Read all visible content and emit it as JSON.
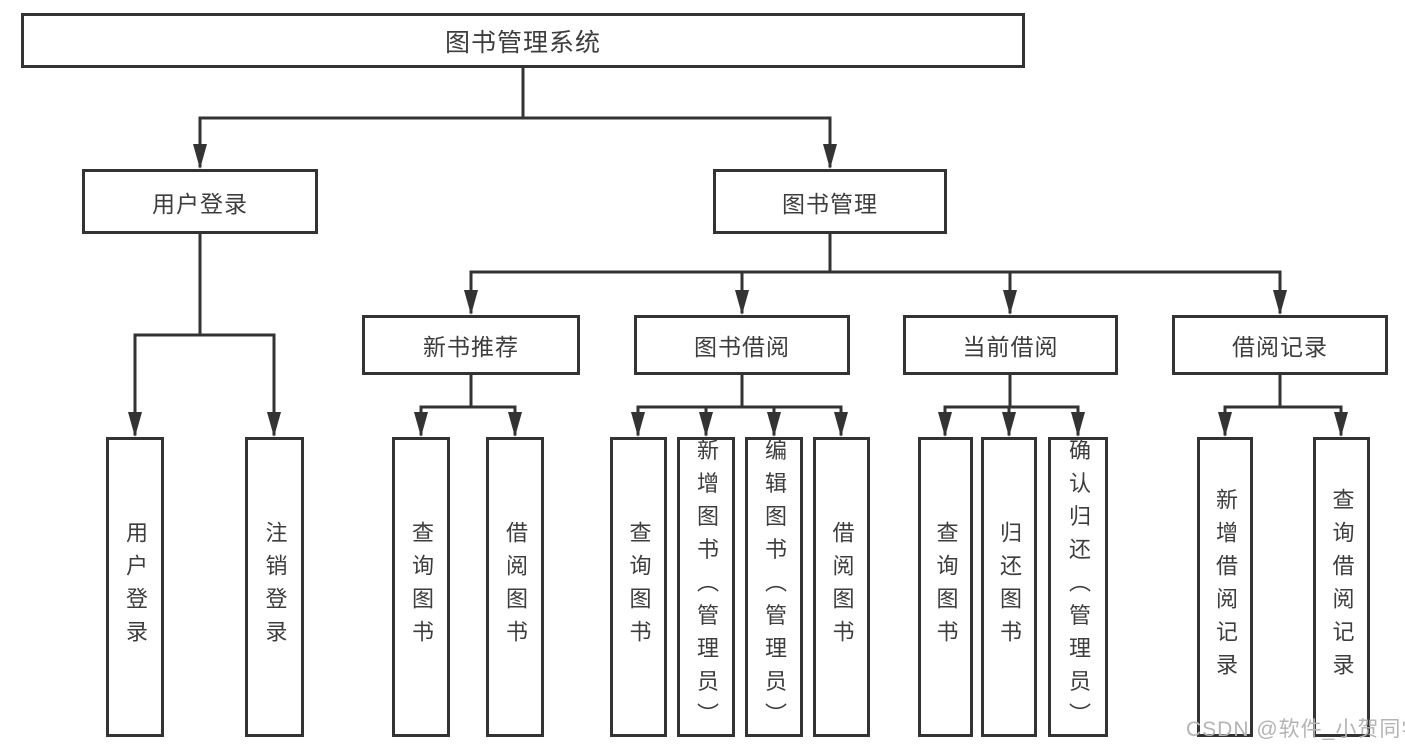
{
  "colors": {
    "line": "#333333",
    "text": "#3d3d3d",
    "background": "#ffffff",
    "watermark": "#b4b4b4"
  },
  "watermark": {
    "text": "CSDN @软件_小贺同学"
  },
  "tree": {
    "label": "图书管理系统",
    "children": [
      {
        "label": "用户登录",
        "children": [
          {
            "label": "用户登录"
          },
          {
            "label": "注销登录"
          }
        ]
      },
      {
        "label": "图书管理",
        "children": [
          {
            "label": "新书推荐",
            "children": [
              {
                "label": "查询图书"
              },
              {
                "label": "借阅图书"
              }
            ]
          },
          {
            "label": "图书借阅",
            "children": [
              {
                "label": "查询图书"
              },
              {
                "label": "新增图书（管理员）"
              },
              {
                "label": "编辑图书（管理员）"
              },
              {
                "label": "借阅图书"
              }
            ]
          },
          {
            "label": "当前借阅",
            "children": [
              {
                "label": "查询图书"
              },
              {
                "label": "归还图书"
              },
              {
                "label": "确认归还（管理员）"
              }
            ]
          },
          {
            "label": "借阅记录",
            "children": [
              {
                "label": "新增借阅记录"
              },
              {
                "label": "查询借阅记录"
              }
            ]
          }
        ]
      }
    ]
  }
}
